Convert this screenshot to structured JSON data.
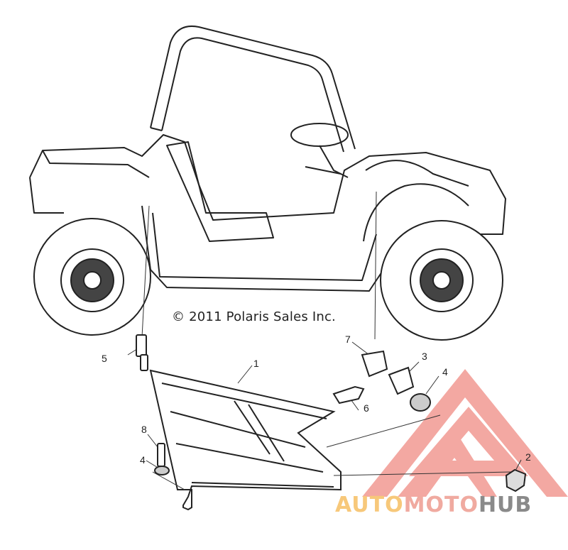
{
  "copyright": "© 2011 Polaris Sales Inc.",
  "callouts": [
    "1",
    "2",
    "3",
    "4",
    "4",
    "5",
    "6",
    "7",
    "8"
  ],
  "watermark": {
    "auto": "AUTO",
    "moto": "MOTO",
    "hub": "HUB"
  },
  "colors": {
    "line": "#222222",
    "watermark_red": "#f08c84",
    "watermark_orange": "#f7c87a",
    "watermark_gray": "#8a8a8a"
  }
}
